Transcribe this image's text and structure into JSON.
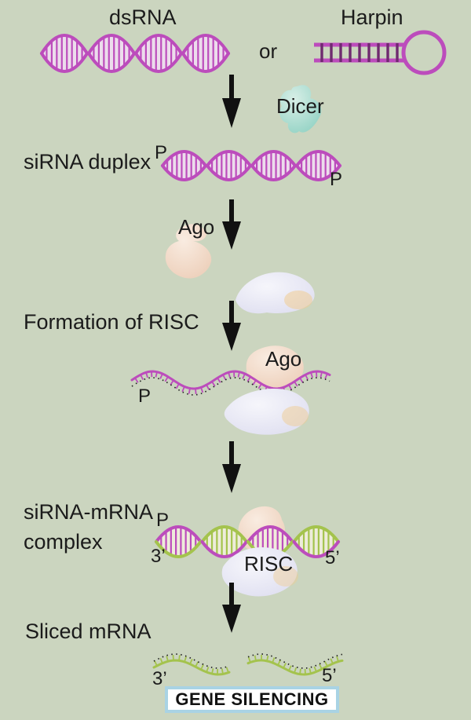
{
  "labels": {
    "dsrna": "dsRNA",
    "hairpin": "Harpin",
    "or": "or",
    "dicer": "Dicer",
    "sirna_duplex": "siRNA duplex",
    "p": "P",
    "ago": "Ago",
    "formation_risc": "Formation of RISC",
    "sirna_mrna_line1": "siRNA-mRNA",
    "sirna_mrna_line2": "complex",
    "risc": "RISC",
    "three_prime": "3’",
    "five_prime": "5’",
    "sliced_mrna": "Sliced mRNA",
    "gene_silencing": "GENE SILENCING"
  },
  "colors": {
    "background": "#cbd5bf",
    "magenta": "#bc4cbc",
    "magenta_dark": "#6f2a6f",
    "magenta_fill": "#f0ddf1",
    "green": "#a4c34d",
    "duplex_fill": "#f1eedd",
    "teal_light": "#d9f0e9",
    "teal": "#8fd2c4",
    "peach_light": "#f9ece1",
    "peach": "#eccdb7",
    "lavender_light": "#f6f6fb",
    "lavender": "#dcdcef",
    "orange_tinge": "#f0cc92",
    "arrow": "#111111",
    "text": "#1b1b1b",
    "box_border": "#a9d3e4",
    "box_bg": "#ffffff",
    "dots": "#222222"
  }
}
